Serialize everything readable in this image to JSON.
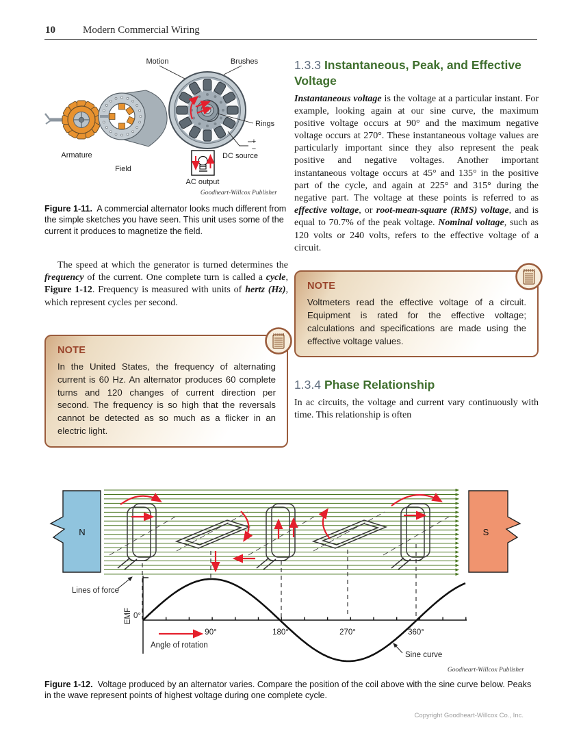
{
  "colors": {
    "heading_green": "#3f6f2e",
    "section_number": "#5f6d7e",
    "note_brown": "#99432a",
    "note_border": "#9a5c3c",
    "note_grad_start": "#d2aa82",
    "magnet_n_blue": "#90c4de",
    "magnet_s_salmon": "#f0946f",
    "field_line_green": "#49761f",
    "arrow_red": "#e51f2c",
    "armature_orange": "#e8922f",
    "metal_gray": "#b6bfc6",
    "metal_dark": "#5f6a73"
  },
  "header": {
    "page_number": "10",
    "book_title": "Modern Commercial Wiring"
  },
  "fig11": {
    "labels": {
      "motion": "Motion",
      "brushes": "Brushes",
      "rings": "Rings",
      "plus": "+",
      "minus": "−",
      "dc_source": "DC source",
      "ac_output": "AC output",
      "armature": "Armature",
      "field": "Field"
    },
    "credit": "Goodheart-Willcox Publisher",
    "caption_lead": "Figure 1-11.",
    "caption_text": "A commercial alternator looks much different from the simple sketches you have seen. This unit uses some of the current it produces to magnetize the field."
  },
  "left": {
    "para": [
      {
        "t": "The speed at which the generator is turned determines the ",
        "s": ""
      },
      {
        "t": "frequency",
        "s": "bi"
      },
      {
        "t": " of the current. One complete turn is called a ",
        "s": ""
      },
      {
        "t": "cycle",
        "s": "bi"
      },
      {
        "t": ", ",
        "s": ""
      },
      {
        "t": "Figure 1-12",
        "s": "b"
      },
      {
        "t": ". Frequency is measured with units of ",
        "s": ""
      },
      {
        "t": "hertz (Hz)",
        "s": "bi"
      },
      {
        "t": ", which represent cycles per second.",
        "s": ""
      }
    ]
  },
  "right": {
    "s133_number": "1.3.3",
    "s133_title": "Instantaneous, Peak, and Effective Voltage",
    "para1": [
      {
        "t": "Instantaneous voltage",
        "s": "bi"
      },
      {
        "t": " is the voltage at a particular instant. For example, looking again at our sine curve, the maximum positive voltage occurs at 90° and the maximum negative voltage occurs at 270°. These instantaneous voltage values are particularly important since they also represent the peak positive and negative voltages. Another important instantaneous voltage occurs at 45° and 135° in the positive part of the cycle, and again at 225° and 315° during the negative part. The voltage at these points is referred to as ",
        "s": ""
      },
      {
        "t": "effective voltage",
        "s": "bi"
      },
      {
        "t": ", or ",
        "s": ""
      },
      {
        "t": "root-mean-square (RMS) voltage",
        "s": "bi"
      },
      {
        "t": ", and is equal to 70.7% of the peak voltage. ",
        "s": ""
      },
      {
        "t": "Nominal voltage",
        "s": "bi"
      },
      {
        "t": ", such as 120 volts or 240 volts, refers to the effective voltage of a circuit.",
        "s": ""
      }
    ],
    "s134_number": "1.3.4",
    "s134_title": "Phase Relationship",
    "para2": [
      {
        "t": "In ac circuits, the voltage and current vary continuously with time. This relationship is often",
        "s": ""
      }
    ]
  },
  "notes": {
    "note1": {
      "title": "NOTE",
      "text": "In the United States, the frequency of alternating current is 60 Hz. An alternator produces 60 complete turns and 120 changes of current direction per second. The frequency is so high that the reversals cannot be detected as so much as a flicker in an electric light."
    },
    "note2": {
      "title": "NOTE",
      "text": "Voltmeters read the effective voltage of a circuit. Equipment is rated for the effective voltage; calculations and specifications are made using the effective voltage values."
    }
  },
  "fig12": {
    "labels": {
      "n": "N",
      "s": "S",
      "lines_of_force": "Lines of force",
      "emf": "EMF",
      "zero": "0°",
      "deg90": "90°",
      "deg180": "180°",
      "deg270": "270°",
      "deg360": "360°",
      "angle_of_rotation": "Angle of rotation",
      "sine_curve": "Sine curve"
    },
    "credit": "Goodheart-Willcox Publisher",
    "caption_lead": "Figure 1-12.",
    "caption_text": "Voltage produced by an alternator varies. Compare the position of the coil above with the sine curve below. Peaks in the wave represent points of highest voltage during one complete cycle.",
    "axis_degrees": [
      0,
      90,
      180,
      270,
      360
    ]
  },
  "footer": {
    "copyright": "Copyright Goodheart-Willcox Co., Inc."
  }
}
